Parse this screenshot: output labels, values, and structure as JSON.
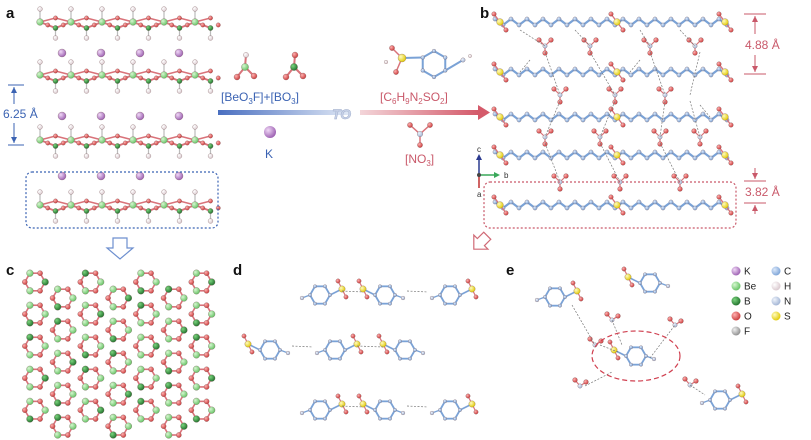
{
  "panels": {
    "a": "a",
    "b": "b",
    "c": "c",
    "d": "d",
    "e": "e"
  },
  "panel_a": {
    "spacing_label": "6.25 Å"
  },
  "panel_b": {
    "spacing_top": "4.88 Å",
    "spacing_bottom": "3.82 Å",
    "axes": {
      "c": "c",
      "b": "b",
      "a": "a"
    }
  },
  "arrow_labels": {
    "beryllium_borate": {
      "main": "[BeO",
      "sub1": "3",
      "mid": "F]+[BO",
      "sub2": "3",
      "end": "]"
    },
    "potassium": "K",
    "to_badge": "TO",
    "organic_cation": {
      "main": "[C",
      "s1": "6",
      "h": "H",
      "s2": "9",
      "n": "N",
      "s3": "2",
      "so": "SO",
      "s4": "2",
      "end": "]"
    },
    "nitrate": {
      "main": "[NO",
      "sub": "3",
      "end": "]"
    }
  },
  "legend": [
    {
      "symbol": "K",
      "color": "#b784c6"
    },
    {
      "symbol": "C",
      "color": "#6ec99a"
    },
    {
      "symbol": "Be",
      "color": "#8ed98a"
    },
    {
      "symbol": "H",
      "color": "#f0b8c4"
    },
    {
      "symbol": "B",
      "color": "#2f8f3a"
    },
    {
      "symbol": "N",
      "color": "#a7bee3"
    },
    {
      "symbol": "O",
      "color": "#d64545"
    },
    {
      "symbol": "S",
      "color": "#f2e34a"
    },
    {
      "symbol": "F",
      "color": "#a9a9a9"
    }
  ],
  "colors": {
    "blue": "#3b63b3",
    "red": "#c9596a",
    "bond_red": "#d9737a",
    "be": "#8ed98a",
    "b": "#2f8f3a",
    "o": "#d64545",
    "h": "#f0d0d8",
    "k": "#b784c6",
    "ring": "#7aa2d6"
  }
}
